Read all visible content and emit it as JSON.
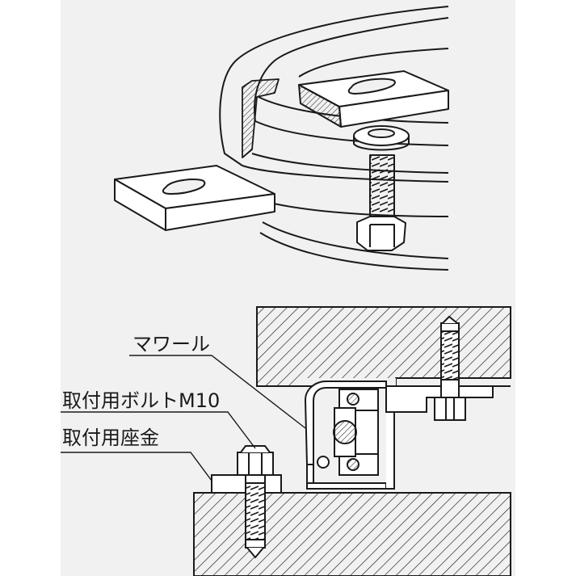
{
  "labels": {
    "mawaru": "マワール",
    "bolt": "取付用ボルトM10",
    "washer": "取付用座金"
  },
  "colors": {
    "background": "#f1f1f1",
    "line": "#1a1a1a"
  }
}
